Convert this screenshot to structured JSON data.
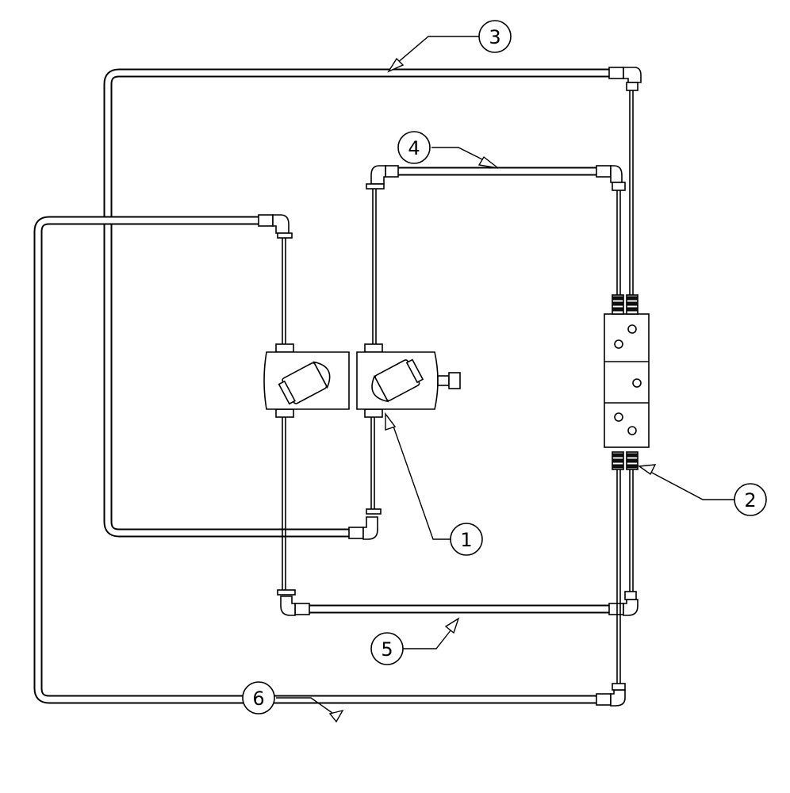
{
  "callouts": [
    {
      "id": "1",
      "label": "1"
    },
    {
      "id": "2",
      "label": "2"
    },
    {
      "id": "3",
      "label": "3"
    },
    {
      "id": "4",
      "label": "4"
    },
    {
      "id": "5",
      "label": "5"
    },
    {
      "id": "6",
      "label": "6"
    }
  ],
  "icons": {
    "pump_left": "pump-icon",
    "pump_right": "pump-icon",
    "manifold": "manifold-block-icon"
  }
}
